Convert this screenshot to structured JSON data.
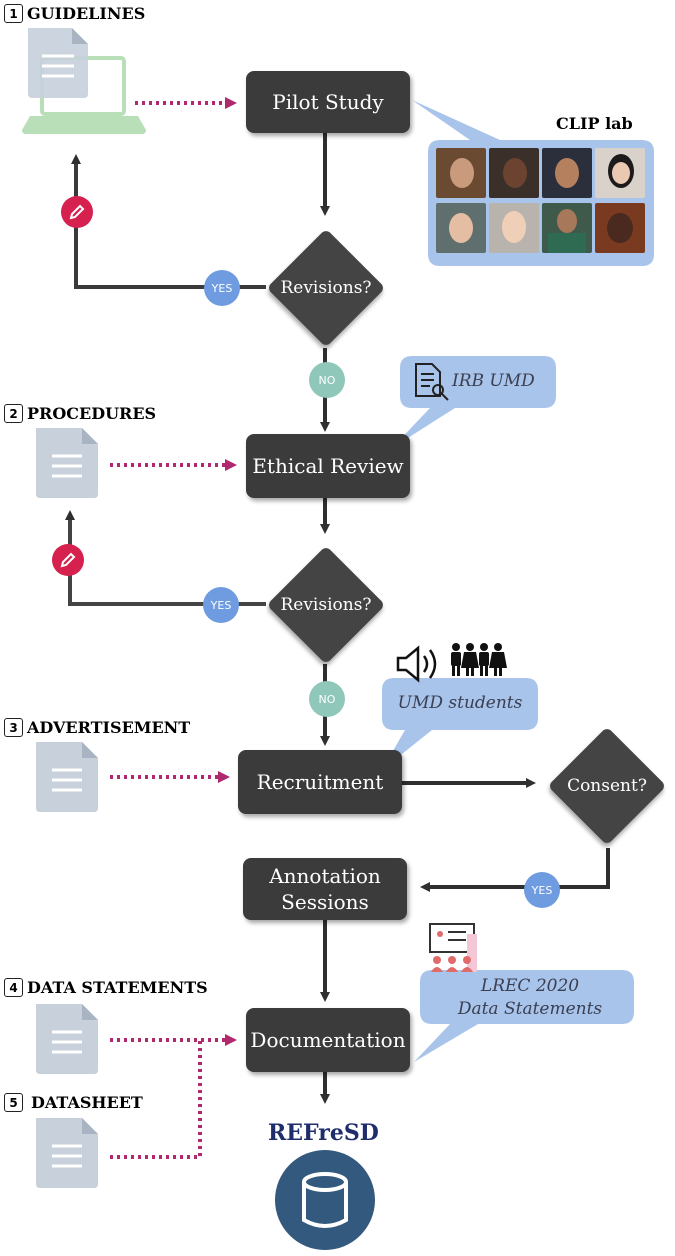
{
  "sections": [
    {
      "number": "1",
      "label": "GUIDELINES"
    },
    {
      "number": "2",
      "label": "PROCEDURES"
    },
    {
      "number": "3",
      "label": "ADVERTISEMENT"
    },
    {
      "number": "4",
      "label": "DATA STATEMENTS"
    },
    {
      "number": "5",
      "label": "DATASHEET"
    }
  ],
  "steps": {
    "pilot_study": "Pilot Study",
    "ethical_review": "Ethical Review",
    "recruitment": "Recruitment",
    "annotation_line1": "Annotation",
    "annotation_line2": "Sessions",
    "documentation": "Documentation"
  },
  "decisions": {
    "revisions_1": "Revisions?",
    "revisions_2": "Revisions?",
    "consent": "Consent?"
  },
  "badges": {
    "yes_1": "YES",
    "no_1": "NO",
    "yes_2": "YES",
    "no_2": "NO",
    "yes_3": "YES"
  },
  "callouts": {
    "clip_lab": "CLIP lab",
    "irb": "IRB UMD",
    "students": "UMD students",
    "lrec_line1": "LREC 2020",
    "lrec_line2": "Data Statements"
  },
  "dataset": {
    "name": "REFreSD"
  },
  "colors": {
    "box": "#3b3b3b",
    "callout": "#a9c4ea",
    "yes_badge": "#6f9be0",
    "no_badge": "#8fc7bb",
    "dotted_arrow": "#b0286e",
    "pencil": "#d6204e",
    "doc_icon": "#c7d0db",
    "laptop": "#b9dfb8",
    "database": "#34597f",
    "dataset_title": "#1f2d6b"
  },
  "icons": [
    "document-icon",
    "laptop-icon",
    "pencil-icon",
    "search-document-icon",
    "megaphone-icon",
    "people-icon",
    "presentation-icon",
    "database-icon"
  ]
}
